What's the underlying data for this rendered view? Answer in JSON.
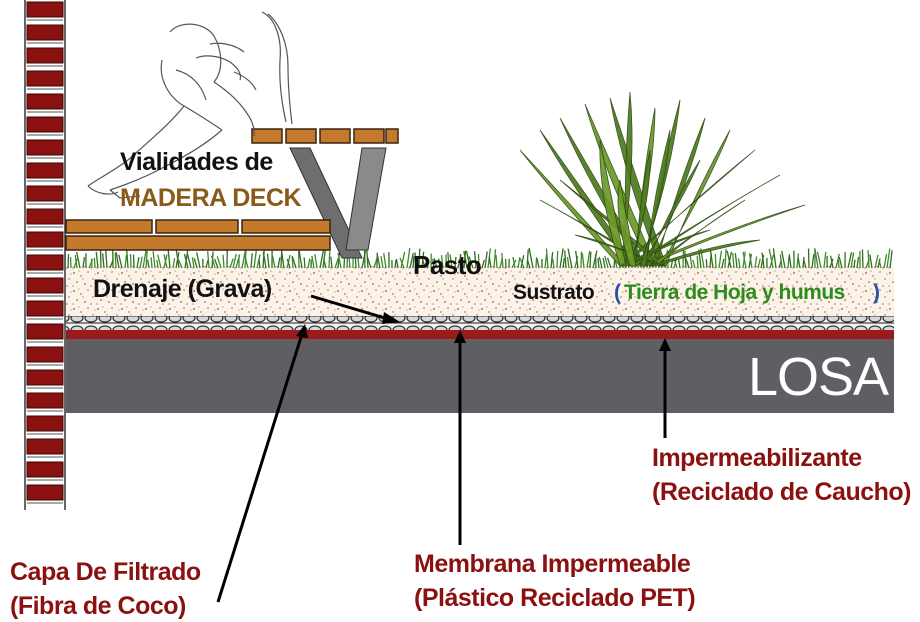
{
  "labels": {
    "vialidades": "Vialidades de",
    "madera_deck": "MADERA DECK",
    "pasto": "Pasto",
    "drenaje": "Drenaje  (Grava)",
    "sustrato": "Sustrato",
    "tierra_open": "(",
    "tierra": "Tierra de Hoja y humus",
    "tierra_close": ")",
    "losa": "LOSA",
    "impermeabilizante": "Impermeabilizante",
    "impermeabilizante_detalle": "(Reciclado de Caucho)",
    "membrana": "Membrana Impermeable",
    "membrana_detalle": "(Plástico Reciclado PET)",
    "capa_filtrado": "Capa De Filtrado",
    "capa_filtrado_detalle": "(Fibra de Coco)"
  },
  "colors": {
    "brick": "#8b1111",
    "wood": "#c47a2c",
    "slab": "#5f5f63",
    "membrane": "#9b1b1b",
    "grass": "#3f8a2a",
    "plant": "#4e7a1f",
    "substrate_dot": "#a0522d",
    "label_dark": "#111111",
    "label_brick": "#8b1111",
    "label_wood": "#8a5a1a",
    "label_soil": "#2e8b1e",
    "label_bracket": "#2a4ea8"
  }
}
